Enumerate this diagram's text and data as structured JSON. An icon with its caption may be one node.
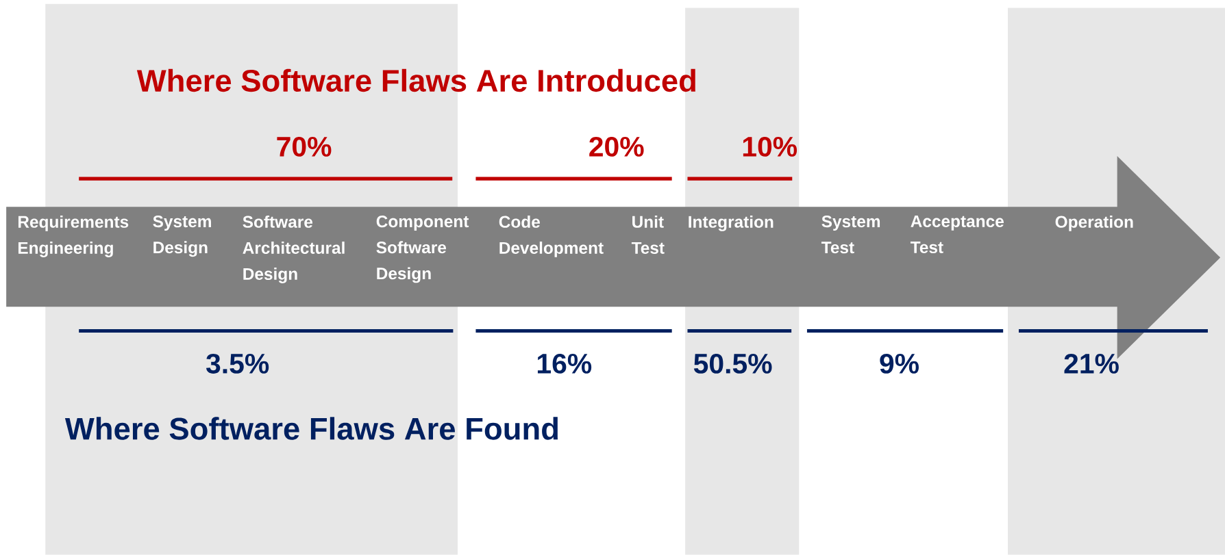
{
  "diagram": {
    "nodes": [
      {
        "text": [
          "Requirements Engineering",
          "System Design",
          "Software Architectural Design",
          "Component Software Design",
          "Code Development",
          "Unit Test",
          "Integration",
          "System Test",
          "Acceptance Test",
          "Operation"
        ]
      }
    ],
    "labels": [
      "Where Software Flaws Are Introduced",
      "70%",
      "20%",
      "10%",
      "3.5%",
      "16%",
      "50.5%",
      "9%",
      "21%",
      "Where Software Flaws Are Found"
    ]
  }
}
